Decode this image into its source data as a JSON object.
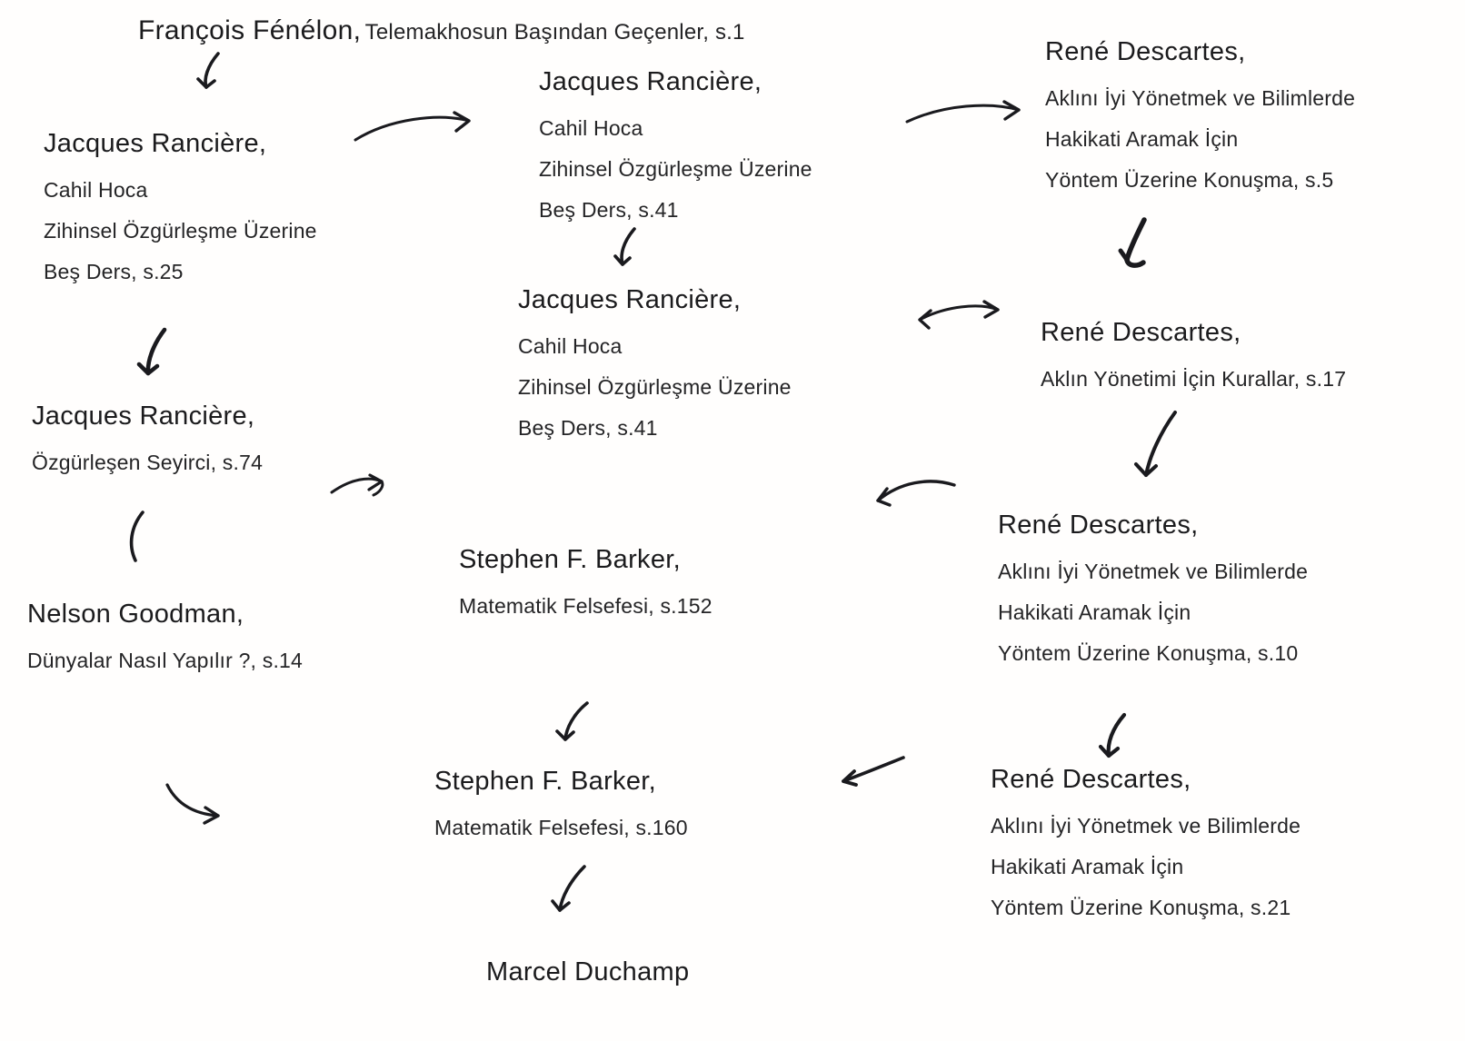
{
  "diagram": {
    "background_color": "#fffefd",
    "ink_color": "#1a1a1e",
    "nodes": {
      "fenelon": {
        "author": "François Fénélon,",
        "work": "Telemakhosun Başından Geçenler, s.1"
      },
      "ranciere_a": {
        "author": "Jacques Rancière,",
        "lines": [
          "Cahil Hoca",
          "Zihinsel Özgürleşme Üzerine",
          "Beş Ders, s.25"
        ]
      },
      "ranciere_b": {
        "author": "Jacques Rancière,",
        "lines": [
          "Cahil Hoca",
          "Zihinsel Özgürleşme Üzerine",
          "Beş Ders, s.41"
        ]
      },
      "ranciere_c": {
        "author": "Jacques Rancière,",
        "lines": [
          "Cahil Hoca",
          "Zihinsel Özgürleşme Üzerine",
          "Beş Ders, s.41"
        ]
      },
      "ranciere_d": {
        "author": "Jacques Rancière,",
        "lines": [
          "Özgürleşen Seyirci, s.74"
        ]
      },
      "goodman": {
        "author": "Nelson Goodman,",
        "lines": [
          "Dünyalar Nasıl Yapılır ?, s.14"
        ]
      },
      "descartes_a": {
        "author": "René Descartes,",
        "lines": [
          "Aklını İyi Yönetmek ve Bilimlerde",
          "Hakikati Aramak İçin",
          "Yöntem Üzerine Konuşma, s.5"
        ]
      },
      "descartes_b": {
        "author": "René Descartes,",
        "lines": [
          "Aklın Yönetimi İçin Kurallar, s.17"
        ]
      },
      "descartes_c": {
        "author": "René Descartes,",
        "lines": [
          "Aklını İyi Yönetmek ve Bilimlerde",
          "Hakikati Aramak İçin",
          "Yöntem Üzerine Konuşma, s.10"
        ]
      },
      "descartes_d": {
        "author": "René Descartes,",
        "lines": [
          "Aklını İyi Yönetmek ve Bilimlerde",
          "Hakikati Aramak İçin",
          "Yöntem Üzerine Konuşma, s.21"
        ]
      },
      "barker_a": {
        "author": "Stephen F. Barker,",
        "lines": [
          "Matematik Felsefesi, s.152"
        ]
      },
      "barker_b": {
        "author": "Stephen F. Barker,",
        "lines": [
          "Matematik Felsefesi, s.160"
        ]
      },
      "duchamp": {
        "author": "Marcel Duchamp"
      }
    },
    "arrows": [
      {
        "from": "fenelon",
        "to": "ranciere_a",
        "direction": "down"
      },
      {
        "from": "ranciere_a",
        "to": "ranciere_b",
        "direction": "right"
      },
      {
        "from": "ranciere_b",
        "to": "descartes_a",
        "direction": "right"
      },
      {
        "from": "descartes_a",
        "to": "descartes_b",
        "direction": "down"
      },
      {
        "from": "ranciere_b",
        "to": "ranciere_c",
        "direction": "down"
      },
      {
        "from": "ranciere_c",
        "to": "descartes_b",
        "direction": "both"
      },
      {
        "from": "ranciere_a",
        "to": "ranciere_d",
        "direction": "down"
      },
      {
        "from": "ranciere_d",
        "to": "goodman",
        "direction": "down"
      },
      {
        "from": "ranciere_d",
        "to": "barker_a",
        "direction": "right"
      },
      {
        "from": "descartes_b",
        "to": "descartes_c",
        "direction": "down"
      },
      {
        "from": "descartes_c",
        "to": "barker_a",
        "direction": "left"
      },
      {
        "from": "barker_a",
        "to": "barker_b",
        "direction": "down"
      },
      {
        "from": "descartes_c",
        "to": "descartes_d",
        "direction": "down"
      },
      {
        "from": "descartes_d",
        "to": "barker_b",
        "direction": "left"
      },
      {
        "from": "goodman",
        "to": "barker_b",
        "direction": "right"
      },
      {
        "from": "barker_b",
        "to": "duchamp",
        "direction": "down"
      }
    ]
  }
}
